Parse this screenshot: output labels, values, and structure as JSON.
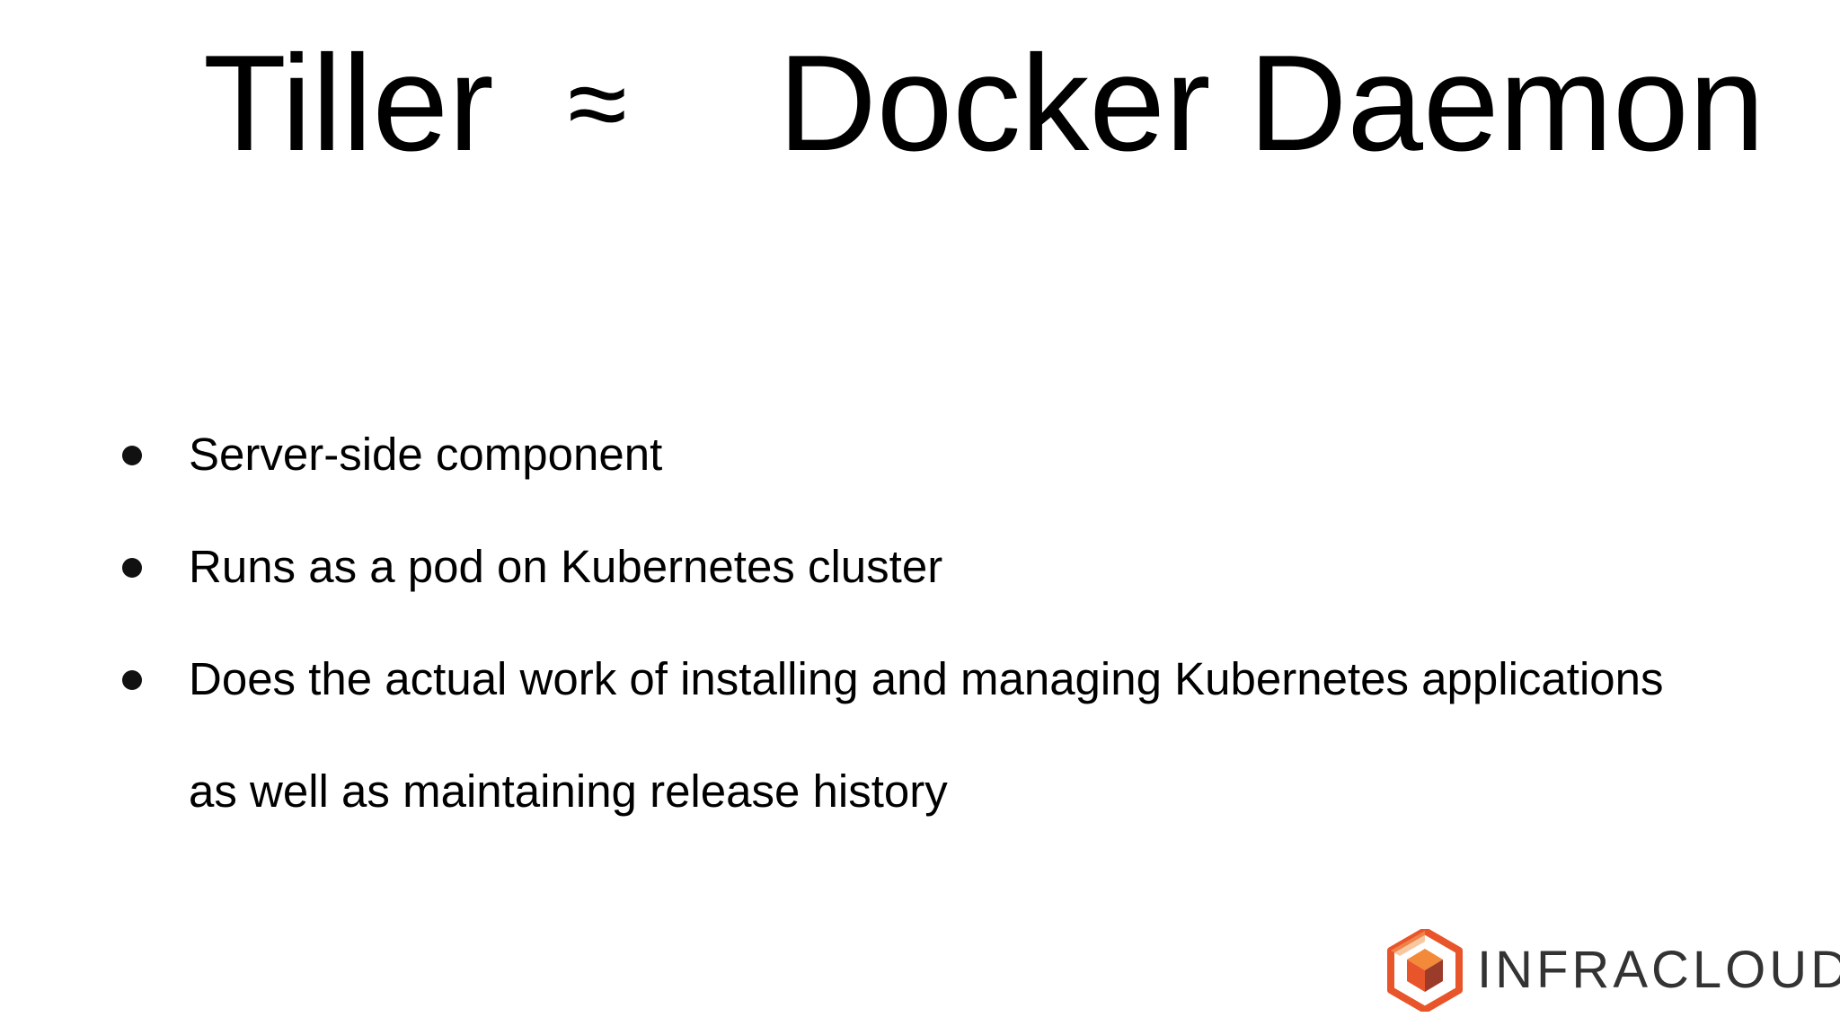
{
  "slide": {
    "title": {
      "left": "Tiller",
      "symbol": "≈",
      "right": "Docker Daemon"
    },
    "bullets": [
      {
        "text": "Server-side component"
      },
      {
        "text": "Runs as a pod on Kubernetes cluster"
      },
      {
        "text": "Does the actual work of installing and managing Kubernetes applications"
      },
      {
        "text": "as well as maintaining release history"
      }
    ],
    "logo": {
      "text": "INFRACLOUD",
      "icon": "hexagon-cube-icon",
      "colors": [
        "#e8552a",
        "#f28a3a",
        "#9b3b2a"
      ]
    }
  }
}
